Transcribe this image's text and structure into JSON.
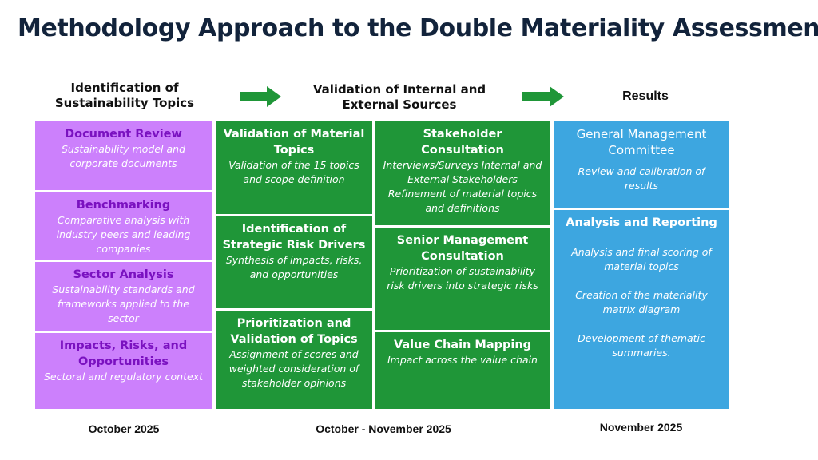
{
  "title": "Methodology Approach to the Double Materiality Assessment",
  "columns": [
    {
      "heading": "Identification of Sustainability Topics",
      "date": "October 2025"
    },
    {
      "heading": "Validation of Internal and External Sources",
      "date": "October - November 2025"
    },
    {
      "heading": "Results",
      "date": "November 2025"
    }
  ],
  "identification": [
    {
      "heading": "Document Review",
      "description": "Sustainability model and corporate documents"
    },
    {
      "heading": "Benchmarking",
      "description": "Comparative analysis with industry peers and leading companies"
    },
    {
      "heading": "Sector Analysis",
      "description": "Sustainability standards and frameworks applied to the sector"
    },
    {
      "heading": "Impacts, Risks, and Opportunities",
      "description": "Sectoral and regulatory context"
    }
  ],
  "validation_left": [
    {
      "heading": "Validation of Material Topics",
      "description": "Validation of the 15 topics and scope definition"
    },
    {
      "heading": "Identification of Strategic Risk Drivers",
      "description": "Synthesis of impacts, risks, and opportunities"
    },
    {
      "heading": "Prioritization and Validation of Topics",
      "description": "Assignment of scores and weighted consideration of stakeholder opinions"
    }
  ],
  "validation_right": [
    {
      "heading": "Stakeholder Consultation",
      "description": "Interviews/Surveys Internal and External Stakeholders Refinement of material topics and definitions"
    },
    {
      "heading": "Senior Management Consultation",
      "description": "Prioritization of sustainability risk drivers into strategic risks"
    },
    {
      "heading": "Value Chain Mapping",
      "description": "Impact across the value chain"
    }
  ],
  "results": {
    "committee": {
      "heading": "General Management Committee",
      "description": "Review and calibration of results"
    },
    "analysis": {
      "heading": "Analysis and Reporting",
      "items": [
        "Analysis and final scoring of material topics",
        "Creation of the materiality matrix diagram",
        "Development of thematic summaries."
      ]
    }
  },
  "colors": {
    "title": "#12233b",
    "purple_box": "#cc80fc",
    "purple_heading": "#7a11c0",
    "green_box": "#1f9638",
    "blue_box": "#3da6e0",
    "arrow": "#1f9638"
  }
}
